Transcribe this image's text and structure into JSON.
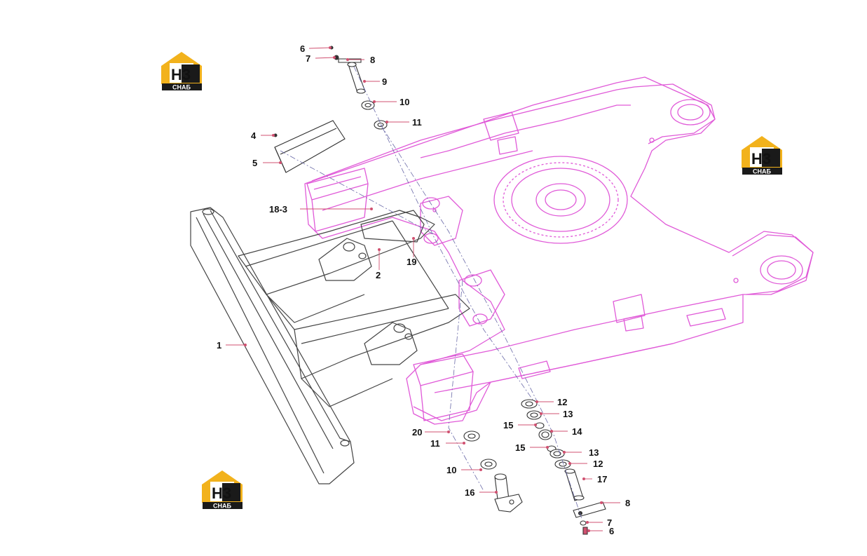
{
  "colors": {
    "frame": "#e05ad8",
    "blade": "#444444",
    "leader": "#d05070",
    "logo_yellow": "#f2b21c",
    "logo_dark": "#1a1a1a"
  },
  "logos": [
    {
      "letters": "H3",
      "caption": "СНАБ"
    },
    {
      "letters": "H3",
      "caption": "СНАБ"
    },
    {
      "letters": "H3",
      "caption": "СНАБ"
    }
  ],
  "callouts": [
    "6",
    "7",
    "8",
    "9",
    "10",
    "11",
    "4",
    "5",
    "18-3",
    "2",
    "19",
    "1",
    "12",
    "13",
    "15",
    "14",
    "20",
    "11",
    "15",
    "13",
    "12",
    "10",
    "17",
    "16",
    "8",
    "7",
    "6"
  ]
}
